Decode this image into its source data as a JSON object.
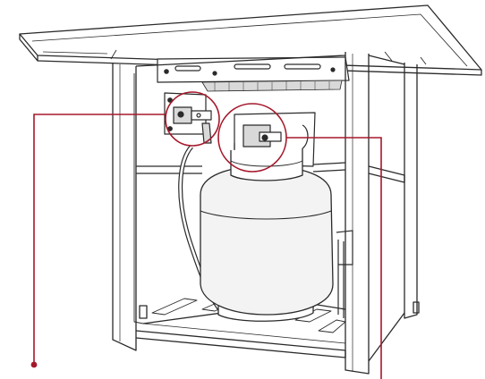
{
  "diagram": {
    "colors": {
      "line": "#2a2a2a",
      "callout": "#a5182b",
      "tank_fill": "#f3f3f3",
      "shade": "#d9d9d9",
      "background": "#ffffff"
    },
    "callouts": [
      {
        "id": "regulator-connection",
        "marker": "dot"
      },
      {
        "id": "tank-valve-connection",
        "marker": "line-end"
      }
    ]
  }
}
